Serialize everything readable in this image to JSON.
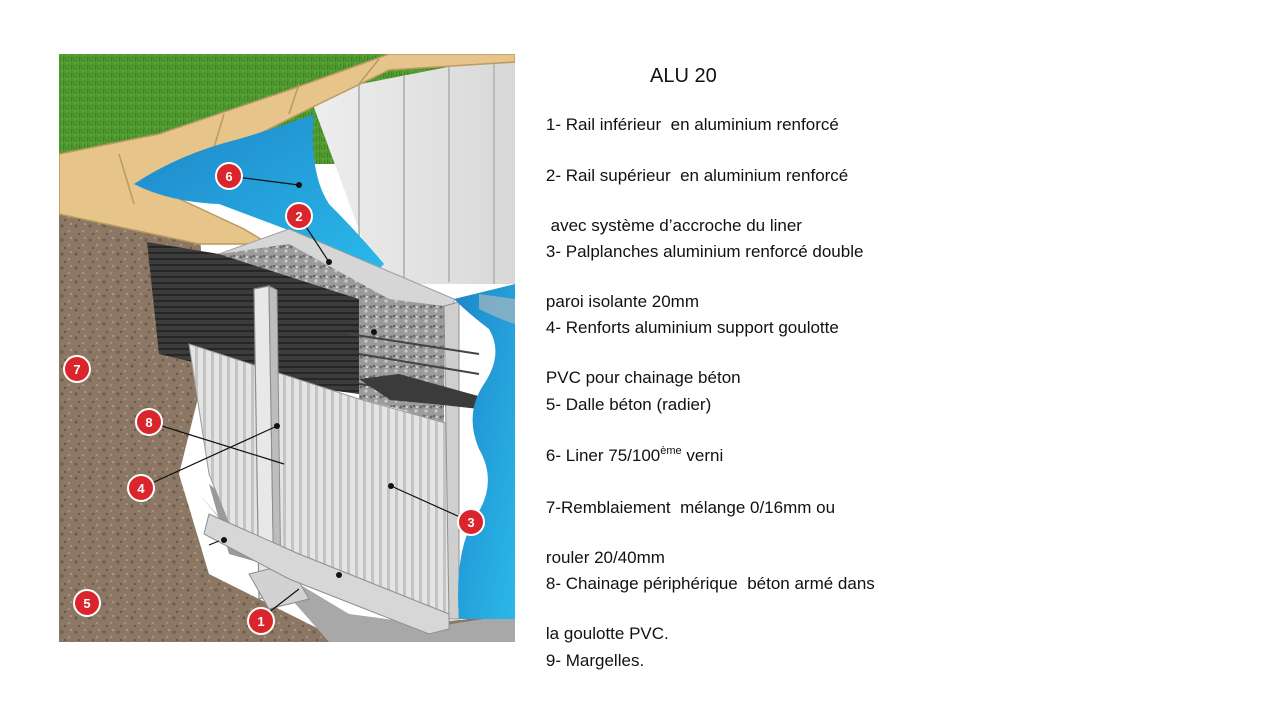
{
  "title": "ALU 20",
  "legend": [
    {
      "lines": [
        "1- Rail inférieur  en aluminium renforcé"
      ]
    },
    {
      "lines": [
        "2- Rail supérieur  en aluminium renforcé",
        " avec système d’accroche du liner"
      ]
    },
    {
      "lines": [
        "3- Palplanches aluminium renforcé double",
        "paroi isolante 20mm"
      ]
    },
    {
      "lines": [
        "4- Renforts aluminium support goulotte",
        "PVC pour chainage béton"
      ]
    },
    {
      "lines": [
        "5- Dalle béton (radier)"
      ]
    },
    {
      "text_before": "6- Liner 75/100",
      "sup": "ème",
      "text_after": " verni"
    },
    {
      "lines": [
        "7-Remblaiement  mélange 0/16mm ou",
        "rouler 20/40mm"
      ]
    },
    {
      "lines": [
        "8- Chainage périphérique  béton armé dans",
        "la goulotte PVC."
      ]
    },
    {
      "lines": [
        "9- Margelles."
      ]
    }
  ],
  "markers": [
    "1",
    "2",
    "3",
    "4",
    "5",
    "6",
    "7",
    "8"
  ],
  "colors": {
    "marker_red": "#d9252b",
    "liner_blue": "#18a8e0",
    "grass_green": "#4f9a2e",
    "coping_beige": "#e6c58a",
    "soil_brown": "#8a7560",
    "concrete_grey": "#a7a7a7",
    "aluminium": "#dcdcdc"
  }
}
